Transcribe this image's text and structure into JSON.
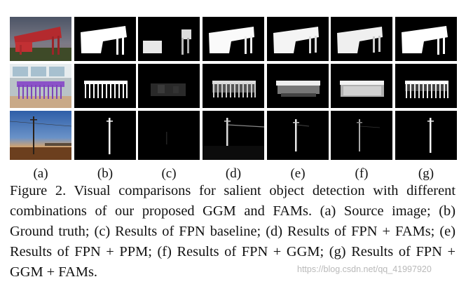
{
  "figure": {
    "column_labels": [
      "(a)",
      "(b)",
      "(c)",
      "(d)",
      "(e)",
      "(f)",
      "(g)"
    ],
    "caption": "Figure 2. Visual comparisons for salient object detection with different combinations of our proposed GGM and FAMs. (a) Source image; (b) Ground truth; (c) Results of FPN baseline; (d) Results of FPN + FAMs; (e) Results of FPN + PPM; (f) Results of FPN + GGM; (g) Results of FPN + GGM + FAMs.",
    "watermark": "https://blog.csdn.net/qq_41997920"
  }
}
